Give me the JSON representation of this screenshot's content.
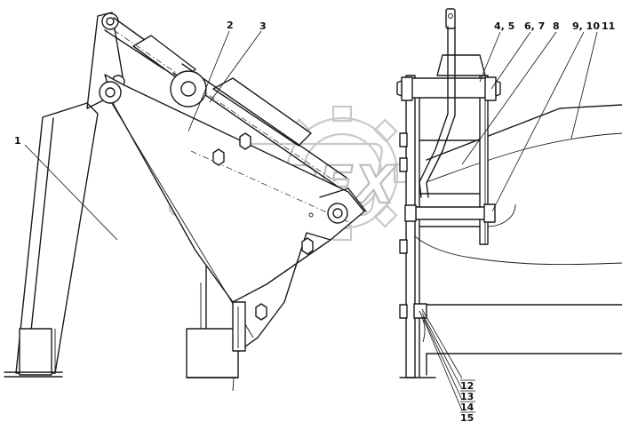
{
  "watermark": {
    "text": "OPEX"
  },
  "callouts": {
    "c1": "1",
    "c2": "2",
    "c3": "3",
    "c4": "4, 5",
    "c5": "6, 7",
    "c6": "8",
    "c7": "9, 10",
    "c8": "11",
    "c9": "12",
    "c10": "13",
    "c11": "14",
    "c12": "15"
  },
  "colors": {
    "line": "#1a1a1a",
    "watermark": "#c9c9c9",
    "background": "#ffffff"
  }
}
